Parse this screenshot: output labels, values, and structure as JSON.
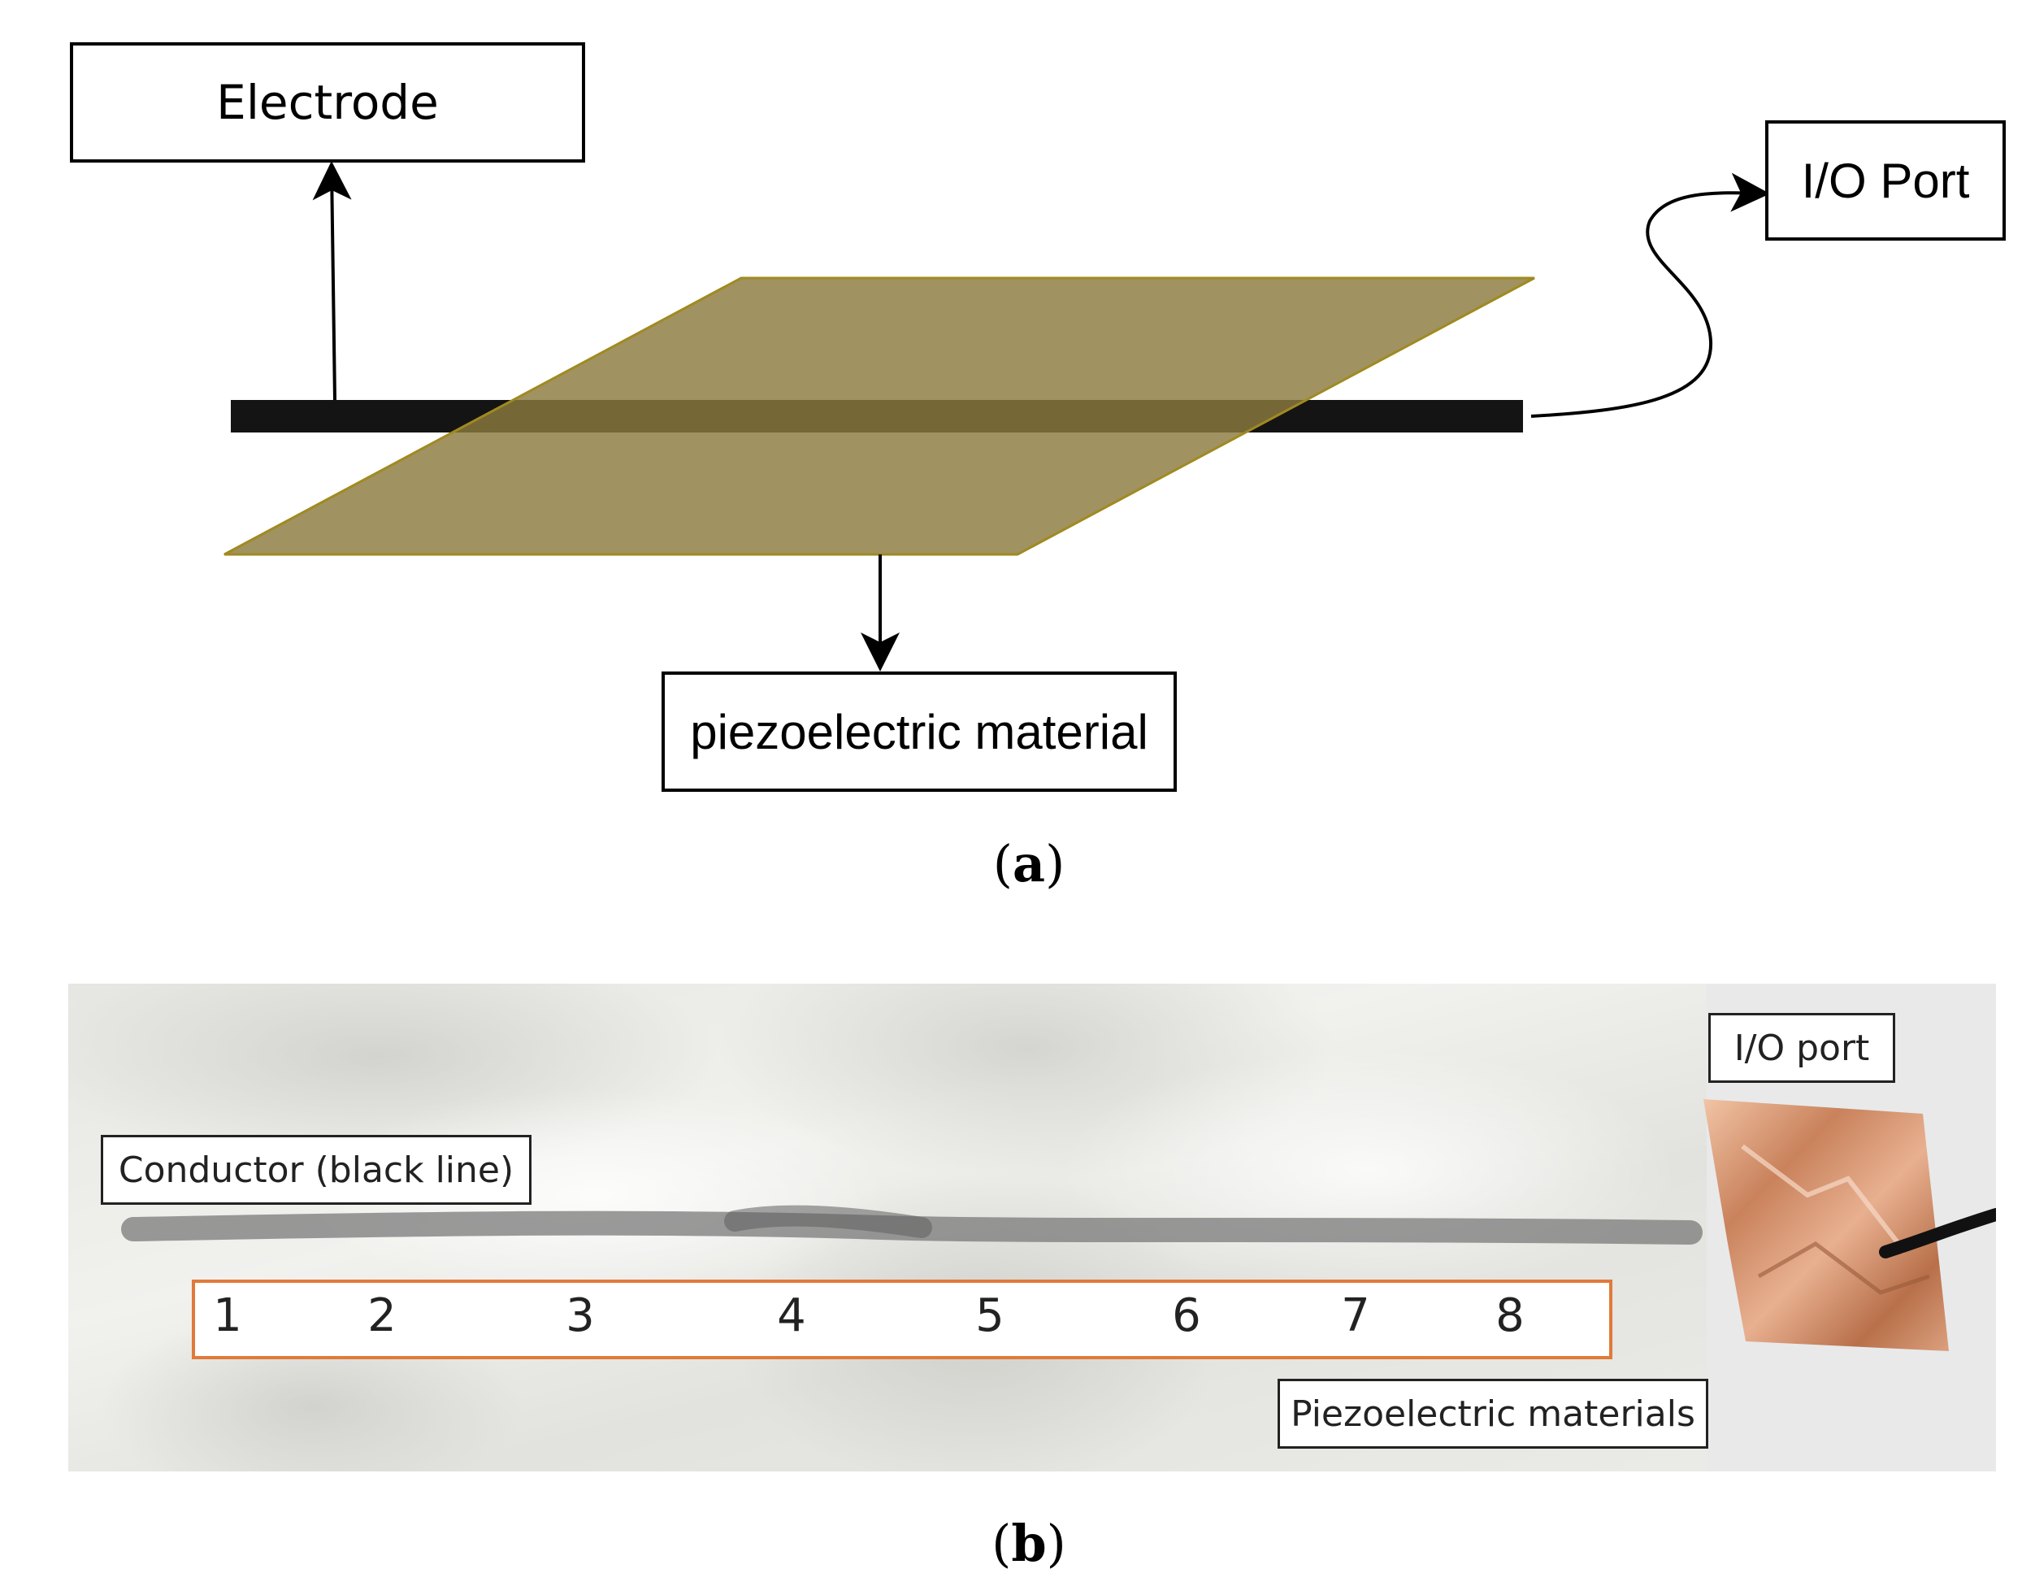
{
  "panel_a": {
    "electrode_label": "Electrode",
    "io_port_label": "I/O Port",
    "piezo_label": "piezoelectric material",
    "caption_open": "(",
    "caption_letter": "a",
    "caption_close": ")",
    "colors": {
      "sheet": "#8c7a3e",
      "conductor": "#141414"
    }
  },
  "panel_b": {
    "conductor_label": "Conductor (black line)",
    "io_port_label": "I/O port",
    "piezo_label": "Piezoelectric materials",
    "segments": [
      "1",
      "2",
      "3",
      "4",
      "5",
      "6",
      "7",
      "8"
    ],
    "caption_open": "(",
    "caption_letter": "b",
    "caption_close": ")",
    "colors": {
      "segment_frame": "#e07a3a",
      "copper": "#d99a78"
    }
  }
}
